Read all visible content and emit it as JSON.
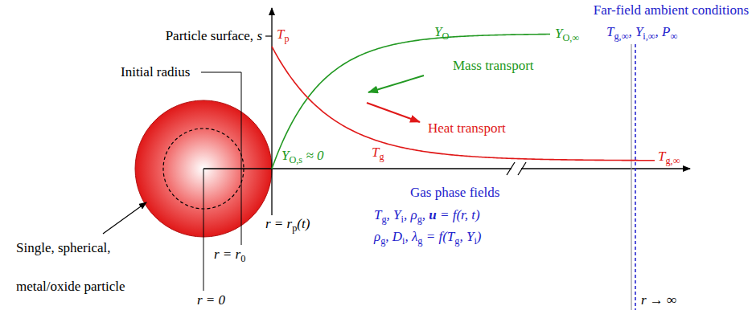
{
  "diagram": {
    "labels": [
      "Far-field ambient conditions",
      "Particle surface, s",
      "Tp",
      "YO",
      "YO,∞",
      "Tg,∞, Yi,∞, P∞",
      "Initial radius",
      "Mass transport",
      "Heat transport",
      "Tg",
      "Tg,∞",
      "YO,s ≈ 0",
      "r = rp(t)",
      "r = r0",
      "Gas phase fields",
      "Tg, Yi, ρg, u = f(r, t)",
      "ρg, Di, λg = f(Tg, Yi)",
      "Single, spherical,",
      "metal/oxide particle",
      "r = 0",
      "r → ∞"
    ]
  }
}
